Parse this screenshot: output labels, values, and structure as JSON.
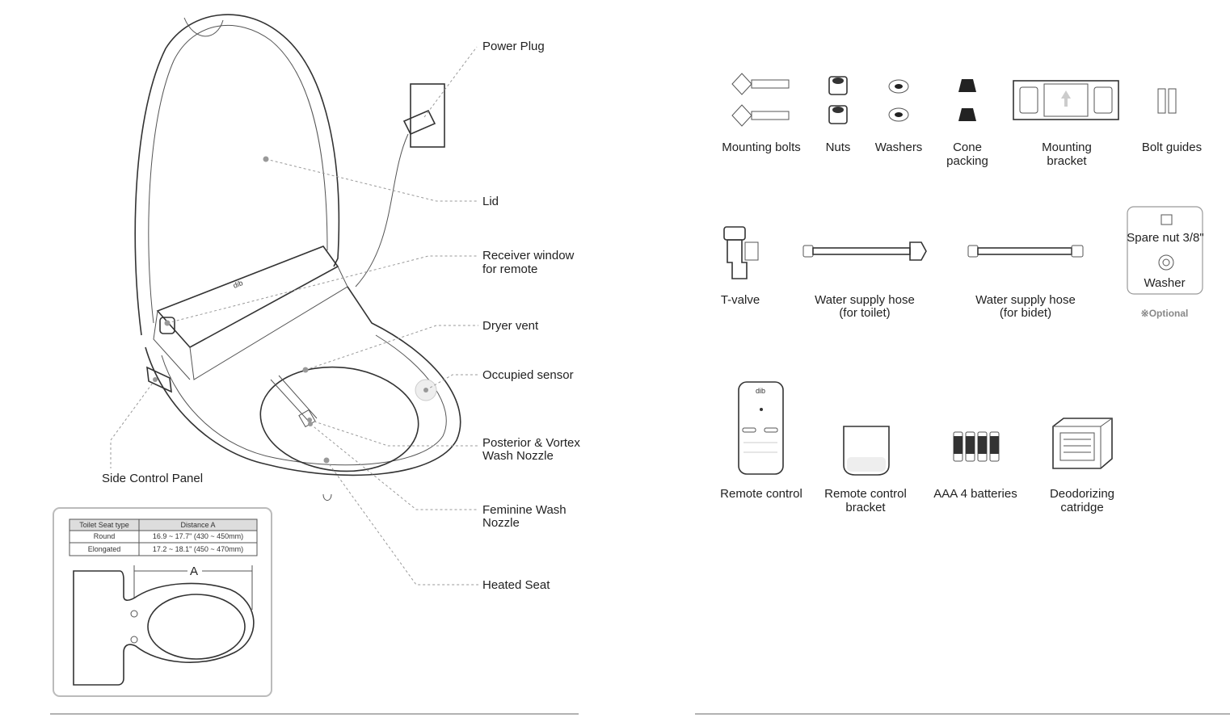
{
  "diagram": {
    "callouts": {
      "power_plug": "Power Plug",
      "lid": "Lid",
      "receiver_1": "Receiver window",
      "receiver_2": "for remote",
      "dryer_vent": "Dryer vent",
      "occupied_sensor": "Occupied sensor",
      "posterior_1": "Posterior & Vortex",
      "posterior_2": "Wash Nozzle",
      "feminine_1": "Feminine Wash",
      "feminine_2": "Nozzle",
      "heated_seat": "Heated Seat",
      "side_panel": "Side Control Panel"
    },
    "logo_text": "dib"
  },
  "size_table": {
    "headers": [
      "Toilet Seat type",
      "Distance A"
    ],
    "rows": [
      [
        "Round",
        "16.9 ~ 17.7\" (430 ~ 450mm)"
      ],
      [
        "Elongated",
        "17.2 ~ 18.1\" (450 ~ 470mm)"
      ]
    ],
    "dimension_label": "A"
  },
  "parts": {
    "mounting_bolts": "Mounting bolts",
    "nuts": "Nuts",
    "washers": "Washers",
    "cone_1": "Cone",
    "cone_2": "packing",
    "bracket_1": "Mounting",
    "bracket_2": "bracket",
    "bolt_guides": "Bolt guides",
    "t_valve": "T-valve",
    "hose_toilet_1": "Water supply hose",
    "hose_toilet_2": "(for toilet)",
    "hose_bidet_1": "Water supply hose",
    "hose_bidet_2": "(for bidet)",
    "spare_nut": "Spare nut 3/8\"",
    "washer": "Washer",
    "optional": "※Optional",
    "remote": "Remote control",
    "remote_bracket_1": "Remote control",
    "remote_bracket_2": "bracket",
    "batteries": "AAA 4 batteries",
    "deodorizing_1": "Deodorizing",
    "deodorizing_2": "catridge"
  }
}
